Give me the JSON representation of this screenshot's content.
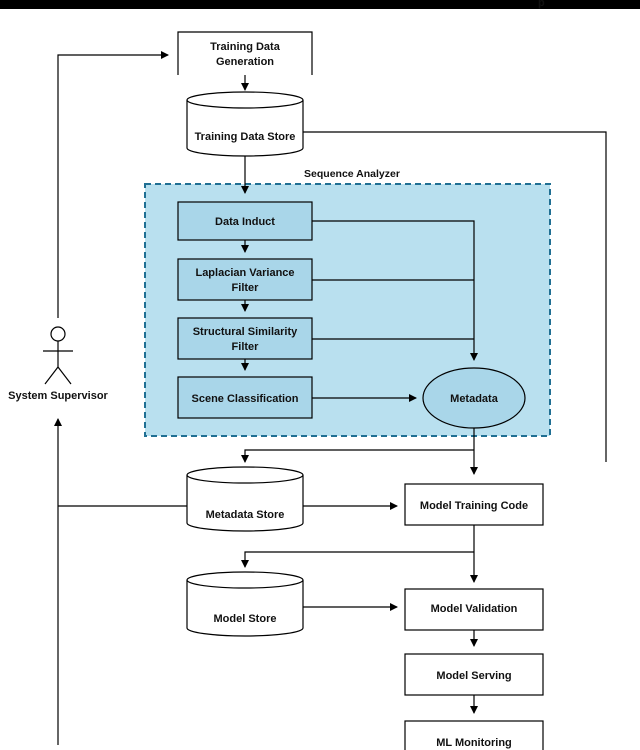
{
  "header": {
    "fragment": "p"
  },
  "nodes": {
    "training_data_generation": [
      "Training Data",
      "Generation"
    ],
    "training_data_store": "Training Data Store",
    "sequence_analyzer": "Sequence Analyzer",
    "data_induct": "Data Induct",
    "laplacian_filter": [
      "Laplacian Variance",
      "Filter"
    ],
    "structural_filter": [
      "Structural Similarity",
      "Filter"
    ],
    "scene_classification": "Scene Classification",
    "metadata": "Metadata",
    "system_supervisor": "System Supervisor",
    "metadata_store": "Metadata Store",
    "model_training_code": "Model Training Code",
    "model_store": "Model Store",
    "model_validation": "Model Validation",
    "model_serving": "Model Serving",
    "ml_monitoring": "ML Monitoring"
  },
  "colors": {
    "analyzer_fill": "#b9e0ef",
    "analyzer_border": "#1f6f93",
    "inner_box_fill": "#a9d6e9",
    "line": "#000000"
  }
}
